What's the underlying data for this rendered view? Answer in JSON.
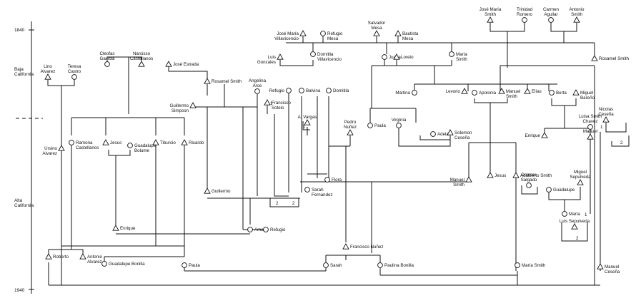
{
  "axis": {
    "year_top": "1840",
    "year_bottom": "1940",
    "region_upper": [
      "Baja",
      "California"
    ],
    "region_lower": [
      "Alta",
      "California"
    ]
  },
  "people": [
    {
      "id": "jose_maria_smith_sr",
      "lines": [
        "José María",
        "Smith"
      ],
      "sex": "m"
    },
    {
      "id": "trinidad_romero",
      "lines": [
        "Trinidad",
        "Romero"
      ],
      "sex": "f"
    },
    {
      "id": "carmen_aguilar",
      "lines": [
        "Carmen",
        "Aguilar"
      ],
      "sex": "f"
    },
    {
      "id": "antonio_smith",
      "lines": [
        "Antonio",
        "Smith"
      ],
      "sex": "m"
    },
    {
      "id": "jose_maria_villavicencio",
      "lines": [
        "José María",
        "Villavicencio"
      ],
      "sex": "m"
    },
    {
      "id": "refugio_mesa",
      "lines": [
        "Refugio",
        "Mesa"
      ],
      "sex": "f"
    },
    {
      "id": "salvador_mesa",
      "lines": [
        "Salvador",
        "Mesa"
      ],
      "sex": "m"
    },
    {
      "id": "bautista_mesa",
      "lines": [
        "Bautista",
        "Mesa"
      ],
      "sex": "m"
    },
    {
      "id": "luis_gonzales",
      "lines": [
        "Luis",
        "Gonzales"
      ],
      "sex": "m"
    },
    {
      "id": "domitila_villavicencio",
      "lines": [
        "Domitila",
        "Villavicencio"
      ],
      "sex": "f"
    },
    {
      "id": "juana",
      "lines": [
        "Juana"
      ],
      "sex": "f"
    },
    {
      "id": "loreto",
      "lines": [
        "Loreto"
      ],
      "sex": "m"
    },
    {
      "id": "maria_smith_1",
      "lines": [
        "María",
        "Smith"
      ],
      "sex": "f"
    },
    {
      "id": "rosamel_smith_r",
      "lines": [
        "Rosamel Smith"
      ],
      "sex": "m"
    },
    {
      "id": "lino_alvarez",
      "lines": [
        "Lino",
        "Alvarez"
      ],
      "sex": "m"
    },
    {
      "id": "teresa_castro",
      "lines": [
        "Teresa",
        "Castro"
      ],
      "sex": "f"
    },
    {
      "id": "cleofas_gaxiola",
      "lines": [
        "Cleofas",
        "Gaxiola"
      ],
      "sex": "f"
    },
    {
      "id": "narcisso_castellanos",
      "lines": [
        "Narcisso",
        "Castellanos"
      ],
      "sex": "m"
    },
    {
      "id": "jose_estrada",
      "lines": [
        "José Estrada"
      ],
      "sex": "m"
    },
    {
      "id": "rosamel_smith_l",
      "lines": [
        "Rosamel Smith"
      ],
      "sex": "m"
    },
    {
      "id": "guillermo_simpson",
      "lines": [
        "Guillermo",
        "Simpson"
      ],
      "sex": "m"
    },
    {
      "id": "angelina_arce",
      "lines": [
        "Angelina",
        "Arce"
      ],
      "sex": "f"
    },
    {
      "id": "francisco_sotelo",
      "lines": [
        "Francisco",
        "Sotelo"
      ],
      "sex": "m"
    },
    {
      "id": "refugio_f",
      "lines": [
        "Refugio"
      ],
      "sex": "f"
    },
    {
      "id": "balvina",
      "lines": [
        "Balvina"
      ],
      "sex": "f"
    },
    {
      "id": "domitila",
      "lines": [
        "Domitila"
      ],
      "sex": "f"
    },
    {
      "id": "a_vargas",
      "lines": [
        "A. Vargas"
      ],
      "sex": "m"
    },
    {
      "id": "pedro_nunez",
      "lines": [
        "Pedro",
        "Nuñez"
      ],
      "sex": "m"
    },
    {
      "id": "paula_m",
      "lines": [
        "Paula"
      ],
      "sex": "f"
    },
    {
      "id": "virginia",
      "lines": [
        "Virginia"
      ],
      "sex": "f"
    },
    {
      "id": "adela",
      "lines": [
        "Adela"
      ],
      "sex": "f"
    },
    {
      "id": "solomon_ceseña",
      "lines": [
        "Solomon",
        "Ceseña"
      ],
      "sex": "m"
    },
    {
      "id": "martina",
      "lines": [
        "Martina"
      ],
      "sex": "f"
    },
    {
      "id": "levorio",
      "lines": [
        "Levorio"
      ],
      "sex": "m"
    },
    {
      "id": "apolonia",
      "lines": [
        "Apolonia"
      ],
      "sex": "f"
    },
    {
      "id": "manuel_smith_1",
      "lines": [
        "Manuel",
        "Smith"
      ],
      "sex": "m"
    },
    {
      "id": "elias",
      "lines": [
        "Elías"
      ],
      "sex": "m"
    },
    {
      "id": "berta",
      "lines": [
        "Berta"
      ],
      "sex": "f"
    },
    {
      "id": "miguel_bareno",
      "lines": [
        "Miguel",
        "Bareño"
      ],
      "sex": "m"
    },
    {
      "id": "luisa_smith_chavez",
      "lines": [
        "Luisa Smith",
        "Chavez"
      ],
      "sex": "f"
    },
    {
      "id": "nicolas_cesena",
      "lines": [
        "Nicolas",
        "Ceseña"
      ],
      "sex": "m"
    },
    {
      "id": "enrique_r",
      "lines": [
        "Enrique"
      ],
      "sex": "m"
    },
    {
      "id": "manuel_r",
      "lines": [
        "Manuel"
      ],
      "sex": "m"
    },
    {
      "id": "ursino_alvarez",
      "lines": [
        "Ursino",
        "Alvarez"
      ],
      "sex": "m"
    },
    {
      "id": "ramona_castellanos",
      "lines": [
        "Ramona",
        "Castellanos"
      ],
      "sex": "f"
    },
    {
      "id": "jesus_l",
      "lines": [
        "Jesus"
      ],
      "sex": "m"
    },
    {
      "id": "guadalupe_bolume",
      "lines": [
        "Guadalupe",
        "Bolume"
      ],
      "sex": "f"
    },
    {
      "id": "tiburcio",
      "lines": [
        "Tiburcio"
      ],
      "sex": "m"
    },
    {
      "id": "ricardo",
      "lines": [
        "Ricardo"
      ],
      "sex": "m"
    },
    {
      "id": "guillermo",
      "lines": [
        "Guillermo"
      ],
      "sex": "m"
    },
    {
      "id": "flora",
      "lines": [
        "Flora"
      ],
      "sex": "f"
    },
    {
      "id": "sarah_fernandez",
      "lines": [
        "Sarah",
        "Fernandez"
      ],
      "sex": "f"
    },
    {
      "id": "manuel_smith_2",
      "lines": [
        "Manuel",
        "Smith"
      ],
      "sex": "m"
    },
    {
      "id": "jesus_r",
      "lines": [
        "Jesus"
      ],
      "sex": "m"
    },
    {
      "id": "adalberto_smith",
      "lines": [
        "Adalberto Smith"
      ],
      "sex": "m"
    },
    {
      "id": "dolores_salgado",
      "lines": [
        "Dolores",
        "Salgado"
      ],
      "sex": "f"
    },
    {
      "id": "miguel_sepulveda",
      "lines": [
        "Miguel",
        "Sepulveda"
      ],
      "sex": "m"
    },
    {
      "id": "guadalupe_r",
      "lines": [
        "Guadalupe"
      ],
      "sex": "f"
    },
    {
      "id": "maria_small",
      "lines": [
        "María"
      ],
      "sex": "f"
    },
    {
      "id": "luis_sepulveda",
      "lines": [
        "Luis Sepulveda"
      ],
      "sex": "m"
    },
    {
      "id": "enrique_l",
      "lines": [
        "Enrique"
      ],
      "sex": "m"
    },
    {
      "id": "amalia",
      "lines": [
        "Amalia"
      ],
      "sex": "f"
    },
    {
      "id": "refugio_m",
      "lines": [
        "Refugio"
      ],
      "sex": "f"
    },
    {
      "id": "francisco_nunez",
      "lines": [
        "Francisco Nuñez"
      ],
      "sex": "m"
    },
    {
      "id": "roberto",
      "lines": [
        "Roberto"
      ],
      "sex": "m"
    },
    {
      "id": "antonio_alvarez",
      "lines": [
        "Antonio",
        "Alvarez"
      ],
      "sex": "m"
    },
    {
      "id": "guadalupe_bonilla",
      "lines": [
        "Guadalupe Bonilla"
      ],
      "sex": "f"
    },
    {
      "id": "paula_b",
      "lines": [
        "Paula"
      ],
      "sex": "f"
    },
    {
      "id": "sarah_b",
      "lines": [
        "Sarah"
      ],
      "sex": "f"
    },
    {
      "id": "paulina_bonilla",
      "lines": [
        "Paulina Bonilla"
      ],
      "sex": "f"
    },
    {
      "id": "maria_smith_2",
      "lines": [
        "María Smith"
      ],
      "sex": "f"
    },
    {
      "id": "manuel_cesena",
      "lines": [
        "Manuel",
        "Ceseña"
      ],
      "sex": "m"
    }
  ],
  "counts": [
    {
      "id": "count_sotelo",
      "text": "1"
    },
    {
      "id": "count_vargas",
      "text": "1"
    },
    {
      "id": "count_two_a",
      "text": "2"
    },
    {
      "id": "count_two_b",
      "text": "2"
    },
    {
      "id": "count_nicolas_1",
      "text": "1"
    },
    {
      "id": "count_nicolas_2",
      "text": "2"
    },
    {
      "id": "count_sepulveda_1",
      "text": "1"
    },
    {
      "id": "count_sepulveda_2",
      "text": "2"
    }
  ]
}
